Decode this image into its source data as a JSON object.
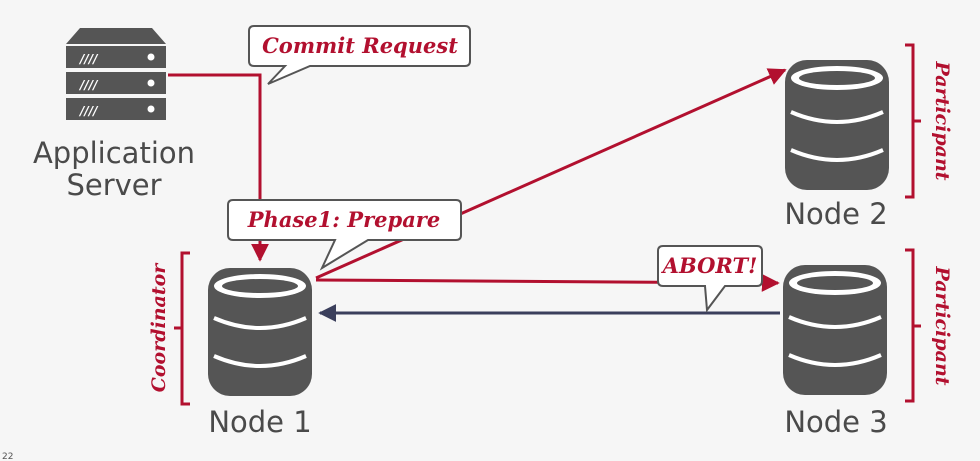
{
  "application_server": {
    "line1": "Application",
    "line2": "Server"
  },
  "nodes": {
    "node1": "Node 1",
    "node2": "Node 2",
    "node3": "Node 3"
  },
  "callouts": {
    "commit_request": "Commit Request",
    "prepare": "Phase1: Prepare",
    "abort": "ABORT!"
  },
  "roles": {
    "coordinator": "Coordinator",
    "participant_top": "Participant",
    "participant_bottom": "Participant"
  },
  "colors": {
    "accent": "#b2102f",
    "db_fill": "#555555",
    "server_fill": "#555555",
    "return_arrow": "#3b3f5c"
  },
  "icons": {
    "server": "server-rack-icon",
    "database": "database-cylinder-icon"
  },
  "slide_number": "22"
}
